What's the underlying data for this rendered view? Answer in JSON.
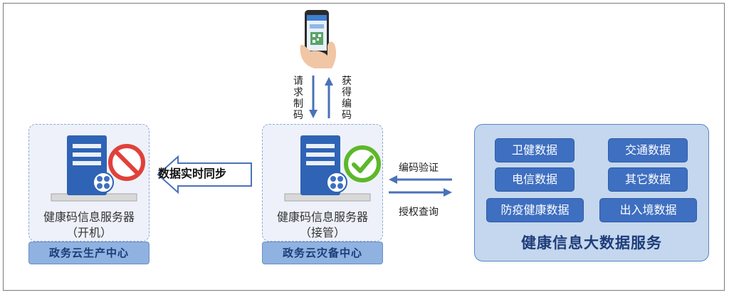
{
  "left_node": {
    "server_caption_line1": "健康码信息服务器",
    "server_caption_line2": "（开机）",
    "datacenter_label": "政务云生产中心",
    "status": "stopped"
  },
  "middle_node": {
    "server_caption_line1": "健康码信息服务器",
    "server_caption_line2": "（接管）",
    "datacenter_label": "政务云灾备中心",
    "status": "active"
  },
  "sync_label": "数据实时同步",
  "phone": {
    "request_label": "请求制码",
    "receive_label": "获得编码"
  },
  "service_links": {
    "verify_label": "编码验证",
    "authorize_label": "授权查询"
  },
  "big_data_service": {
    "title": "健康信息大数据服务",
    "items": [
      "卫健数据",
      "交通数据",
      "电信数据",
      "其它数据",
      "防疫健康数据",
      "出入境数据"
    ]
  },
  "colors": {
    "accent_blue": "#3e6fc0",
    "panel_bg": "#c4d7ee",
    "ok_green": "#5cb82a",
    "stop_red": "#e0413a"
  }
}
